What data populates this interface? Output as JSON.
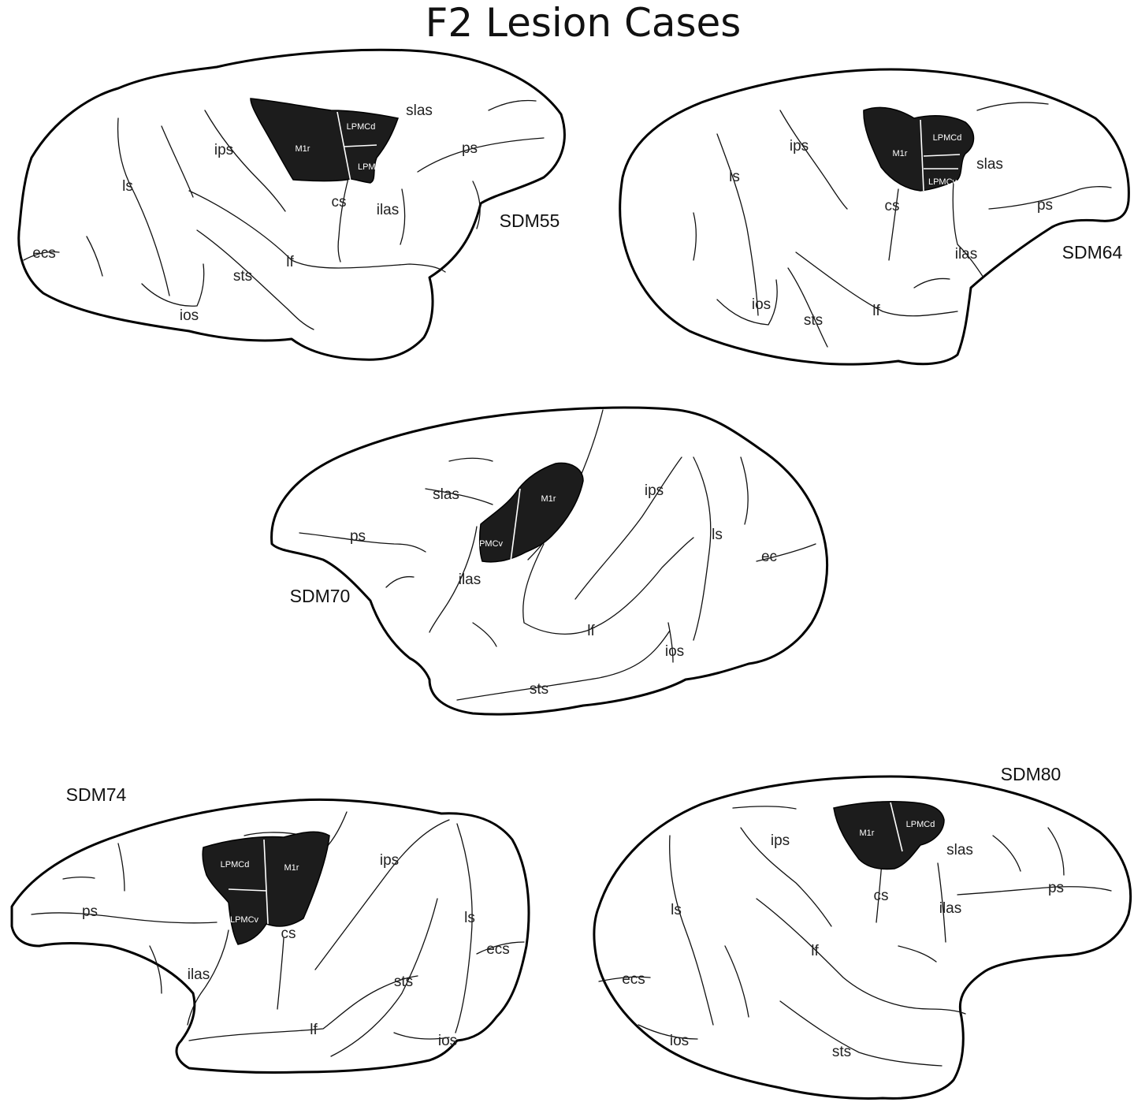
{
  "title": "F2 Lesion Cases",
  "colors": {
    "lesion": "#1c1c1c",
    "outline": "#000000",
    "background": "#ffffff"
  },
  "cases": [
    {
      "id": "SDM55",
      "label": "SDM55",
      "sulci": [
        "slas",
        "ps",
        "ips",
        "ls",
        "cs",
        "ilas",
        "ecs",
        "lf",
        "sts",
        "ios"
      ],
      "regions": [
        "M1r",
        "LPMCd",
        "LPMCv"
      ]
    },
    {
      "id": "SDM64",
      "label": "SDM64",
      "sulci": [
        "ips",
        "ls",
        "cs",
        "slas",
        "ps",
        "ilas",
        "ios",
        "sts",
        "lf"
      ],
      "regions": [
        "M1r",
        "LPMCd",
        "LPMCv"
      ]
    },
    {
      "id": "SDM70",
      "label": "SDM70",
      "sulci": [
        "slas",
        "ips",
        "ls",
        "ps",
        "ec",
        "ilas",
        "lf",
        "ios",
        "sts"
      ],
      "regions": [
        "M1r",
        "LPMCv"
      ]
    },
    {
      "id": "SDM74",
      "label": "SDM74",
      "sulci": [
        "ips",
        "ps",
        "cs",
        "ls",
        "ecs",
        "ilas",
        "sts",
        "lf",
        "ios"
      ],
      "regions": [
        "LPMCd",
        "M1r",
        "LPMCv"
      ]
    },
    {
      "id": "SDM80",
      "label": "SDM80",
      "sulci": [
        "ips",
        "slas",
        "cs",
        "ps",
        "ls",
        "ilas",
        "lf",
        "ecs",
        "ios",
        "sts"
      ],
      "regions": [
        "M1r",
        "LPMCd"
      ]
    }
  ]
}
